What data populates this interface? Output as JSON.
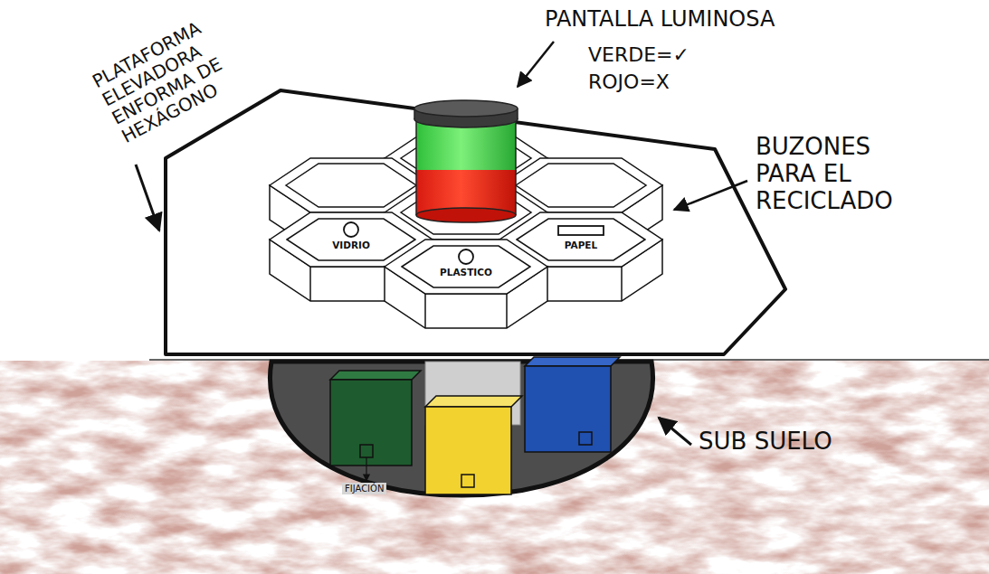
{
  "diagram": {
    "nodes": [
      {
        "text": [
          "VIDRIO"
        ]
      },
      {
        "text": [
          "PLASTICO"
        ]
      },
      {
        "text": [
          "PAPEL"
        ]
      }
    ],
    "labels": [
      "PLATAFORMA ELEVADORA ENFORMA DE HEXÁGONO",
      "PANTALLA LUMINOSA",
      "VERDE=✓",
      "ROJO=X",
      "BUZONES PARA EL RECICLADO",
      "SUB SUELO",
      "FIJACIÓN"
    ]
  }
}
